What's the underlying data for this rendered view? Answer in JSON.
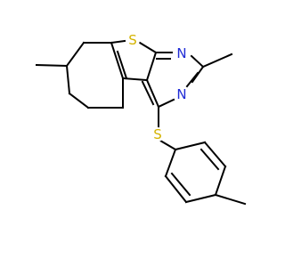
{
  "molecule": {
    "atoms": [
      {
        "id": "S1",
        "label": "S",
        "color": "#d4b300"
      },
      {
        "id": "N1",
        "label": "N",
        "color": "#1f2bd6"
      },
      {
        "id": "N2",
        "label": "N",
        "color": "#1f2bd6"
      },
      {
        "id": "S2",
        "label": "S",
        "color": "#d4b300"
      }
    ]
  }
}
